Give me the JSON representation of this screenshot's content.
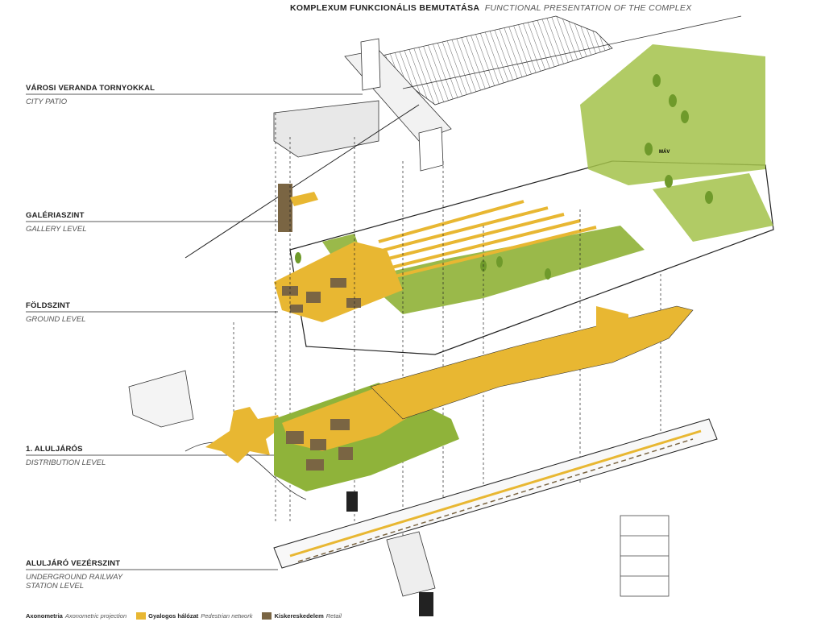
{
  "title": {
    "hu": "KOMPLEXUM FUNKCIONÁLIS BEMUTATÁSA",
    "en": "FUNCTIONAL PRESENTATION OF THE COMPLEX"
  },
  "levels": [
    {
      "hu": "VÁROSI VERANDA TORNYOKKAL",
      "en": "CITY PATIO"
    },
    {
      "hu": "GALÉRIASZINT",
      "en": "GALLERY LEVEL"
    },
    {
      "hu": "FÖLDSZINT",
      "en": "GROUND LEVEL"
    },
    {
      "hu": "1. ALULJÁRÓS",
      "en": "DISTRIBUTION LEVEL"
    },
    {
      "hu": "ALULJÁRÓ VEZÉRSZINT",
      "en_line1": "UNDERGROUND RAILWAY",
      "en_line2": "STATION LEVEL"
    }
  ],
  "legend": {
    "projection_hu": "Axonometria",
    "projection_en": "Axonometric projection",
    "pedestrian_hu": "Gyalogos hálózat",
    "pedestrian_en": "Pedestrian network",
    "retail_hu": "Kiskereskedelem",
    "retail_en": "Retail"
  },
  "map_labels": {
    "mav": "MÁV"
  },
  "colors": {
    "pedestrian": "#e8b732",
    "retail": "#7a6543",
    "green": "#8fb33a",
    "line": "#222222"
  }
}
